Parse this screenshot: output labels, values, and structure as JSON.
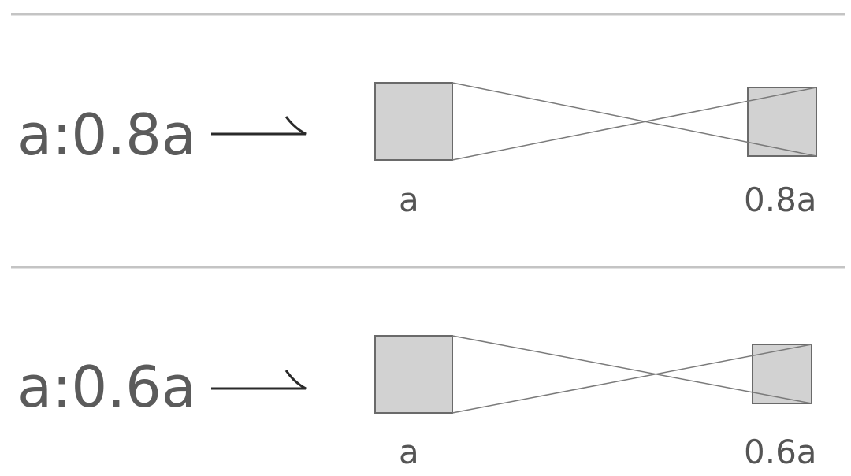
{
  "rows": [
    {
      "ratio_label": "a:0.8a",
      "left_label": "a",
      "right_label": "0.8a",
      "scale": 0.8
    },
    {
      "ratio_label": "a:0.6a",
      "left_label": "a",
      "right_label": "0.6a",
      "scale": 0.6
    }
  ]
}
